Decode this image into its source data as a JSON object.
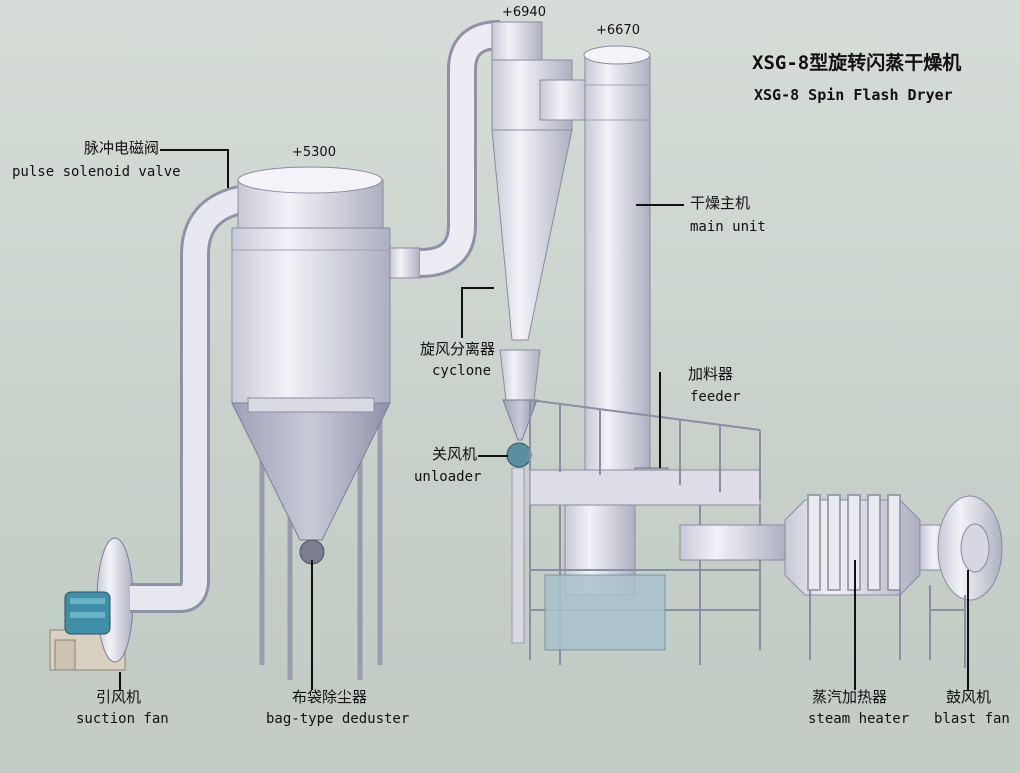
{
  "title": {
    "cn": "XSG-8型旋转闪蒸干燥机",
    "en": "XSG-8 Spin Flash Dryer"
  },
  "elevations": {
    "e6940": "+6940",
    "e6670": "+6670",
    "e5300": "+5300"
  },
  "labels": {
    "pulse_valve": {
      "cn": "脉冲电磁阀",
      "en": "pulse solenoid valve"
    },
    "main_unit": {
      "cn": "干燥主机",
      "en": "main unit"
    },
    "cyclone": {
      "cn": "旋风分离器",
      "en": "cyclone"
    },
    "feeder": {
      "cn": "加料器",
      "en": "feeder"
    },
    "unloader": {
      "cn": "关风机",
      "en": "unloader"
    },
    "suction_fan": {
      "cn": "引风机",
      "en": "suction fan"
    },
    "deduster": {
      "cn": "布袋除尘器",
      "en": "bag-type deduster"
    },
    "steam_heater": {
      "cn": "蒸汽加热器",
      "en": "steam heater"
    },
    "blast_fan": {
      "cn": "鼓风机",
      "en": "blast fan"
    }
  },
  "colors": {
    "metal": "#e6e6ee",
    "shadow": "#a9abbb",
    "leader": "#111111",
    "motor": "#3f8fa8"
  }
}
